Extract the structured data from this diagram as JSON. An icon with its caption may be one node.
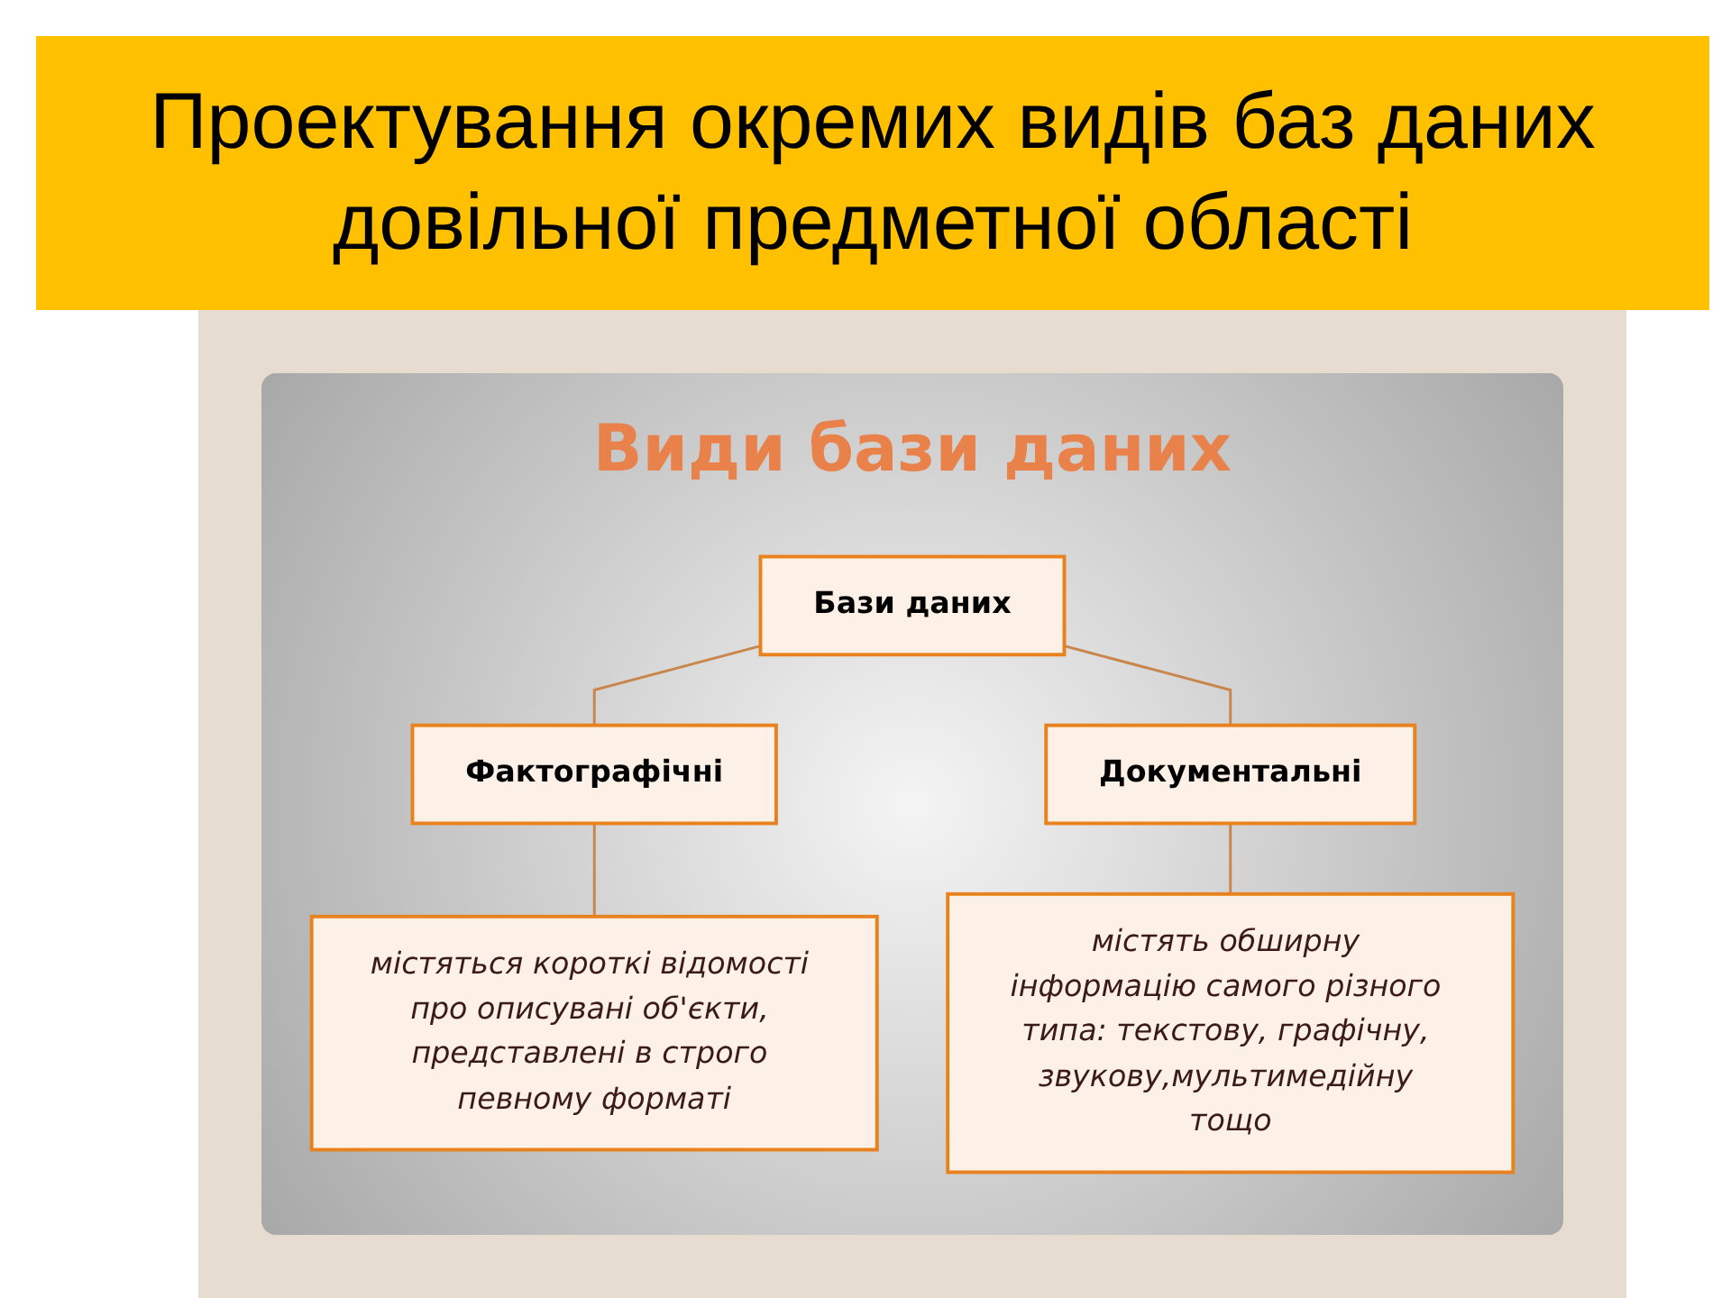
{
  "diagram": {
    "title": "Проектування окремих видів баз даних довільної предметної області",
    "nodes": [
      {
        "text": [
          "Бази даних"
        ]
      },
      {
        "text": [
          "Фактографічні"
        ]
      },
      {
        "text": [
          "Документальні"
        ]
      },
      {
        "text": [
          "містяться короткі відомості про описувані об'єкти, представлені в строго певному форматі"
        ]
      },
      {
        "text": [
          "містять обширну інформацію самого різного типа: текстову, графічну, звукову,мультимедійну тощо"
        ]
      }
    ],
    "edges": [
      {
        "from": 0,
        "to": 1,
        "arrow": "none"
      },
      {
        "from": 0,
        "to": 2,
        "arrow": "none"
      },
      {
        "from": 1,
        "to": 3,
        "arrow": "none"
      },
      {
        "from": 2,
        "to": 4,
        "arrow": "none"
      }
    ],
    "labels": [
      "Види бази даних"
    ]
  }
}
